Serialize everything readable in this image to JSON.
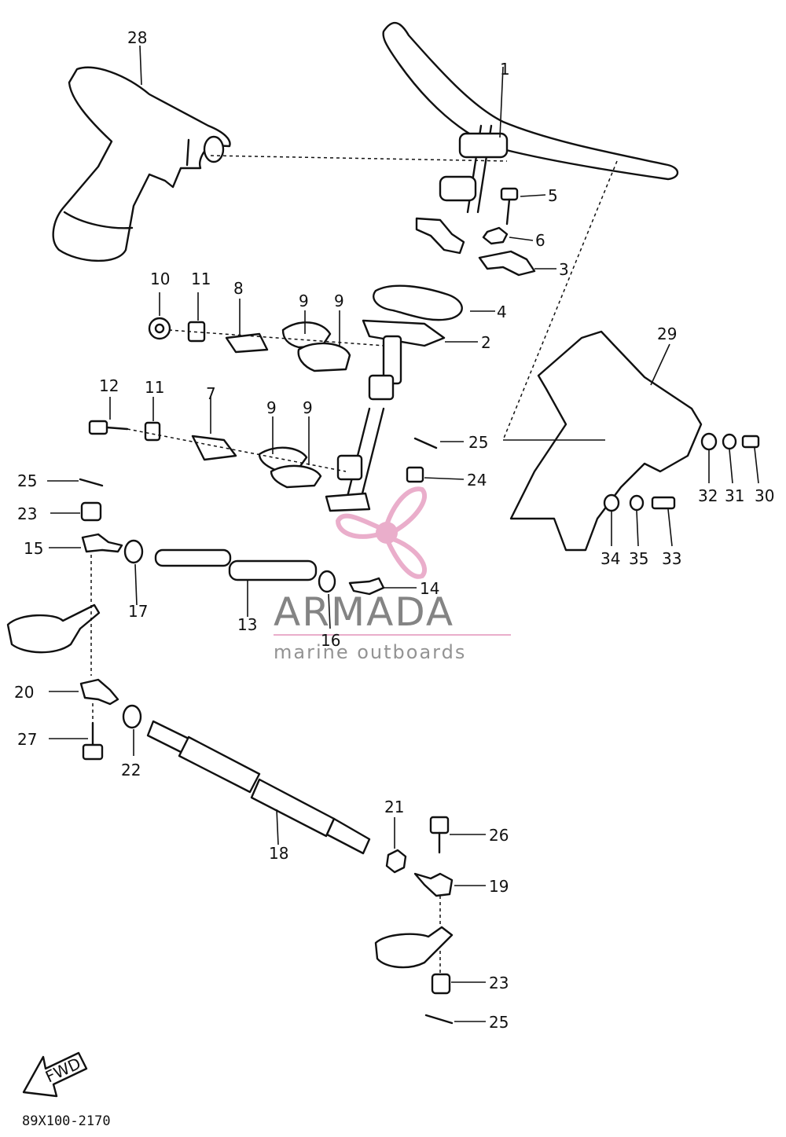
{
  "diagram": {
    "part_numbers": [
      "1",
      "2",
      "3",
      "4",
      "5",
      "6",
      "7",
      "8",
      "9",
      "10",
      "11",
      "12",
      "13",
      "14",
      "15",
      "16",
      "17",
      "18",
      "19",
      "20",
      "21",
      "22",
      "23",
      "24",
      "25",
      "26",
      "27",
      "28",
      "29",
      "30",
      "31",
      "32",
      "33",
      "34",
      "35"
    ],
    "drawing_code": "89X100-2170",
    "fwd_label": "FWD"
  },
  "watermark": {
    "brand": "ARMADA",
    "tagline": "marine outboards",
    "accent_color": "#e8a6c6"
  },
  "labels": {
    "l28": "28",
    "l1": "1",
    "l5": "5",
    "l6": "6",
    "l3": "3",
    "l10": "10",
    "l11a": "11",
    "l8": "8",
    "l9a": "9",
    "l9b": "9",
    "l4": "4",
    "l2": "2",
    "l29": "29",
    "l12": "12",
    "l11b": "11",
    "l7": "7",
    "l9c": "9",
    "l9d": "9",
    "l25a": "25",
    "l24": "24",
    "l32": "32",
    "l31": "31",
    "l30": "30",
    "l25b": "25",
    "l23a": "23",
    "l15": "15",
    "l17": "17",
    "l13": "13",
    "l16": "16",
    "l14": "14",
    "l34": "34",
    "l35": "35",
    "l33": "33",
    "l20": "20",
    "l27": "27",
    "l22": "22",
    "l18": "18",
    "l21": "21",
    "l26": "26",
    "l19": "19",
    "l23b": "23",
    "l25c": "25"
  }
}
